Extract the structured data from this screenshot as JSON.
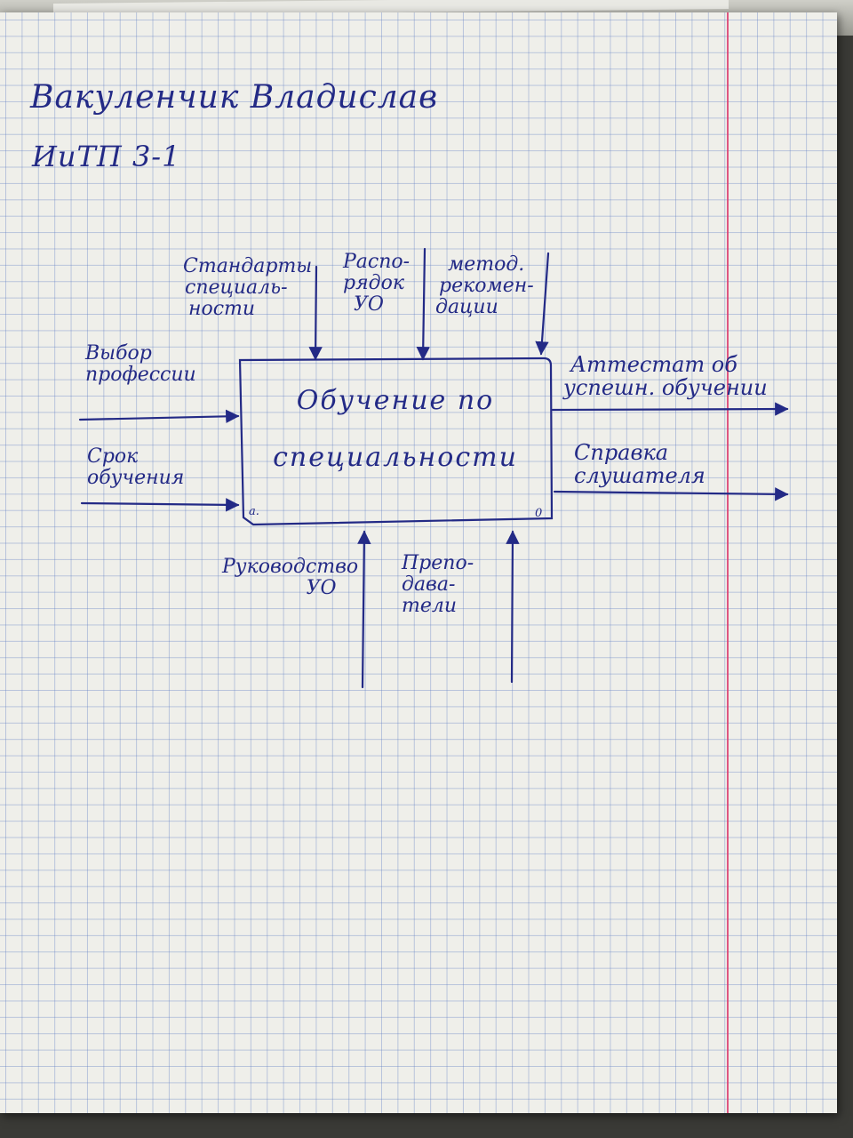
{
  "header": {
    "name": "Вакуленчик Владислав",
    "group": "ИиТП   3-1"
  },
  "block": {
    "title_line1": "Обучение по",
    "title_line2": "специальности",
    "node_letter": "а.",
    "node_number": "0"
  },
  "controls": [
    {
      "lines": [
        "Стандарты",
        "специаль-",
        "ности"
      ]
    },
    {
      "lines": [
        "Распо-",
        "рядок",
        "УО"
      ]
    },
    {
      "lines": [
        "метод.",
        "рекомен-",
        "дации"
      ]
    }
  ],
  "inputs": [
    {
      "lines": [
        "Выбор",
        "профессии"
      ]
    },
    {
      "lines": [
        "Срок",
        "обучения"
      ]
    }
  ],
  "outputs": [
    {
      "lines": [
        "Аттестат об",
        "успешн. обучении"
      ]
    },
    {
      "lines": [
        "Справка",
        "слушателя"
      ]
    }
  ],
  "mechanisms": [
    {
      "lines": [
        "Руководство",
        "УО"
      ]
    },
    {
      "lines": [
        "Препо-",
        "дава-",
        "тели"
      ]
    }
  ],
  "colors": {
    "ink": "#232a86",
    "grid": "#5f7dc3",
    "margin_line": "#dc3c6e",
    "paper": "#efefea"
  }
}
